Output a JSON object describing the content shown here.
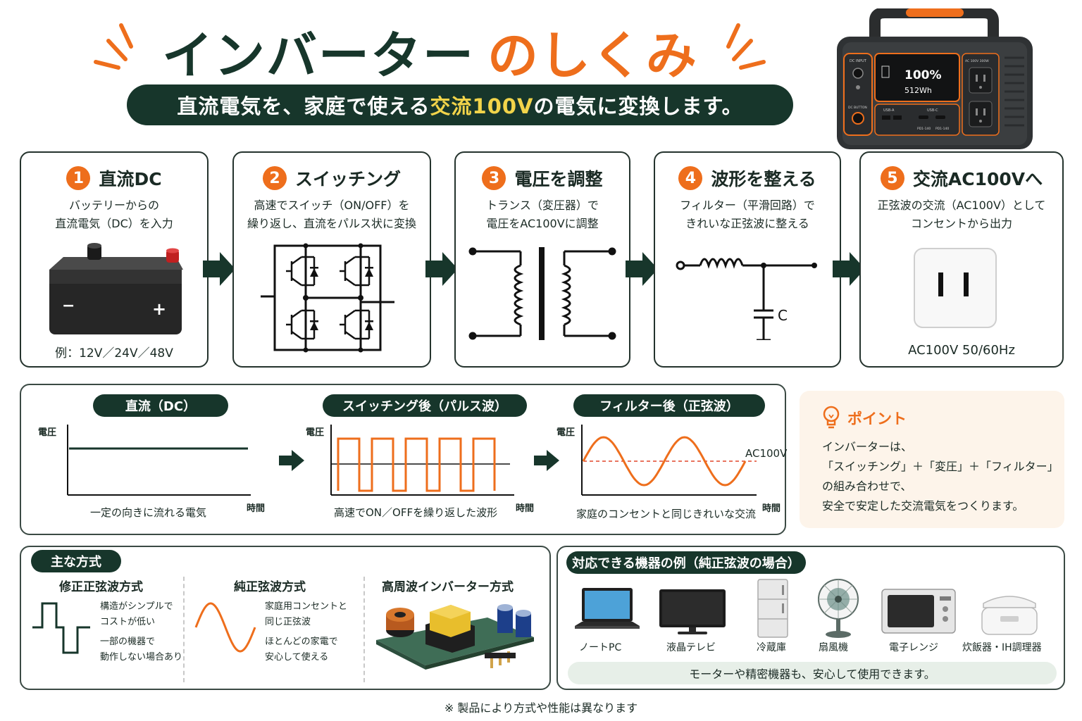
{
  "header": {
    "title_main": "インバーター",
    "title_accent": "のしくみ",
    "subtitle_pre": "直流電気を、家庭で使える",
    "subtitle_highlight": "交流100V",
    "subtitle_post": "の電気に変換します。"
  },
  "device": {
    "battery_percent": "100%",
    "capacity": "512Wh",
    "label_dc_input": "DC INPUT",
    "label_ac_out": "AC 100V 300W",
    "label_usb_a": "USB-A",
    "label_usb_c": "USB-C",
    "label_dc_button": "DC BUTTON",
    "label_pd1": "PD1-140",
    "label_pd2": "PD1-140"
  },
  "steps": [
    {
      "num": "1",
      "title": "直流DC",
      "desc": [
        "バッテリーからの",
        "直流電気（DC）を入力"
      ],
      "foot": "例：12V／24V／48V"
    },
    {
      "num": "2",
      "title": "スイッチング",
      "desc": [
        "高速でスイッチ（ON/OFF）を",
        "繰り返し、直流をパルス状に変換"
      ]
    },
    {
      "num": "3",
      "title": "電圧を調整",
      "desc": [
        "トランス（変圧器）で",
        "電圧をAC100Vに調整"
      ]
    },
    {
      "num": "4",
      "title": "波形を整える",
      "desc": [
        "フィルター（平滑回路）で",
        "きれいな正弦波に整える"
      ],
      "cap_label": "C"
    },
    {
      "num": "5",
      "title": "交流AC100Vへ",
      "desc": [
        "正弦波の交流（AC100V）として",
        "コンセントから出力"
      ],
      "foot": "AC100V 50/60Hz"
    }
  ],
  "battery_signs": {
    "minus": "−",
    "plus": "+"
  },
  "waves": {
    "dc": {
      "title": "直流（DC）",
      "ylabel": "電圧",
      "xlabel": "時間",
      "caption": "一定の向きに流れる電気"
    },
    "pulse": {
      "title": "スイッチング後（パルス波）",
      "ylabel": "電圧",
      "xlabel": "時間",
      "caption": "高速でON／OFFを繰り返した波形"
    },
    "sine": {
      "title": "フィルター後（正弦波）",
      "ylabel": "電圧",
      "xlabel": "時間",
      "caption": "家庭のコンセントと同じきれいな交流",
      "level_label": "AC100V"
    }
  },
  "point": {
    "title": "ポイント",
    "lines": [
      "インバーターは、",
      "「スイッチング」＋「変圧」＋「フィルター」",
      "の組み合わせで、",
      "安全で安定した交流電気をつくります。"
    ]
  },
  "methods": {
    "label": "主な方式",
    "items": [
      {
        "title": "修正正弦波方式",
        "notes": [
          "構造がシンプルで",
          "コストが低い",
          "一部の機器で",
          "動作しない場合あり"
        ]
      },
      {
        "title": "純正弦波方式",
        "notes": [
          "家庭用コンセントと",
          "同じ正弦波",
          "ほとんどの家電で",
          "安心して使える"
        ]
      },
      {
        "title": "高周波インバーター方式"
      }
    ]
  },
  "devices": {
    "label": "対応できる機器の例（純正弦波の場合）",
    "items": [
      "ノートPC",
      "液晶テレビ",
      "冷蔵庫",
      "扇風機",
      "電子レンジ",
      "炊飯器・IH調理器"
    ],
    "note": "モーターや精密機器も、安心して使用できます。"
  },
  "footnote": "※ 製品により方式や性能は異なります",
  "colors": {
    "dark_green": "#17362b",
    "orange": "#ee6e1c",
    "yellow": "#f2d44a",
    "cream": "#fdf4ea"
  }
}
